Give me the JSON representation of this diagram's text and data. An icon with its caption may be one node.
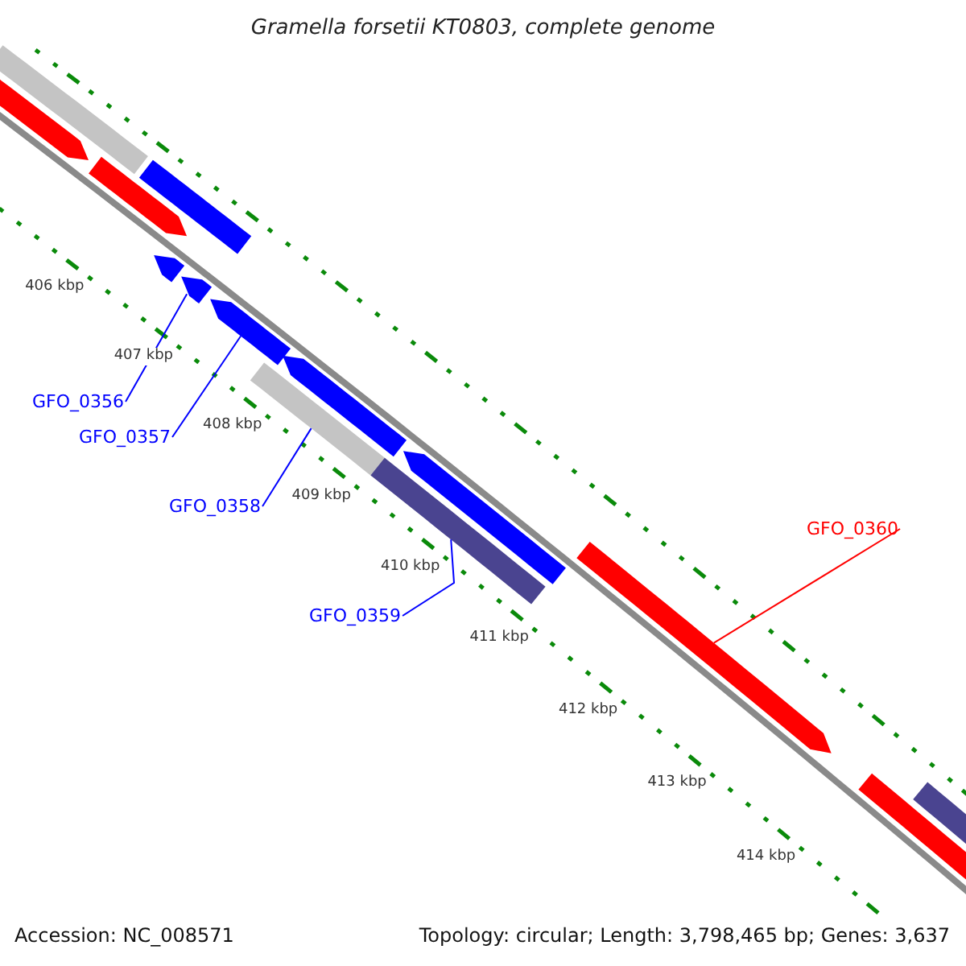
{
  "diagram": {
    "title": "Gramella forsetii KT0803, complete genome",
    "nodes": [
      {
        "text": [
          "GFO_0356"
        ]
      },
      {
        "text": [
          "GFO_0357"
        ]
      },
      {
        "text": [
          "GFO_0358"
        ]
      },
      {
        "text": [
          "GFO_0359"
        ]
      },
      {
        "text": [
          "GFO_0360"
        ]
      },
      {
        "text": [],
        "shape": "bar"
      },
      {
        "text": [],
        "shape": "bar"
      },
      {
        "text": [],
        "shape": "bar"
      },
      {
        "text": [],
        "shape": "bar"
      },
      {
        "text": [],
        "shape": "bar"
      },
      {
        "text": [],
        "shape": "bar"
      },
      {
        "text": [],
        "shape": "bar"
      },
      {
        "text": [],
        "shape": "bar"
      },
      {
        "text": [],
        "shape": "bar"
      },
      {
        "text": [],
        "shape": "bar"
      },
      {
        "text": [],
        "shape": "bar"
      },
      {
        "text": [],
        "shape": "bar"
      },
      {
        "text": [],
        "shape": "bar"
      },
      {
        "text": [],
        "shape": "bar"
      }
    ],
    "edges": [
      {
        "from": 0,
        "to": 10,
        "arrow": "none"
      },
      {
        "from": 1,
        "to": 11,
        "arrow": "none"
      },
      {
        "from": 2,
        "to": 12,
        "arrow": "none"
      },
      {
        "from": 3,
        "to": 14,
        "arrow": "none"
      },
      {
        "from": 4,
        "to": 16,
        "arrow": "none",
        "color": "#ff0000"
      }
    ],
    "labels": [
      "406 kbp",
      "407 kbp",
      "408 kbp",
      "409 kbp",
      "410 kbp",
      "411 kbp",
      "412 kbp",
      "413 kbp",
      "414 kbp",
      "Accession: NC_008571",
      "Topology: circular; Length: 3,798,465 bp; Genes: 3,637"
    ]
  }
}
